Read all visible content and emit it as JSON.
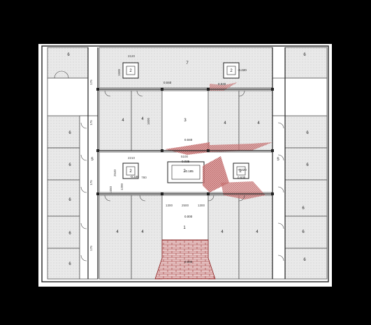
{
  "rooms": [
    {
      "id": "r6a",
      "label": "6"
    },
    {
      "id": "r6b",
      "label": "6"
    },
    {
      "id": "r6c",
      "label": "6"
    },
    {
      "id": "r6d",
      "label": "6"
    },
    {
      "id": "r6e",
      "label": "6"
    },
    {
      "id": "r6f",
      "label": "6"
    },
    {
      "id": "r6g",
      "label": "6"
    },
    {
      "id": "r6h",
      "label": "6"
    },
    {
      "id": "r6i",
      "label": "6"
    },
    {
      "id": "r6j",
      "label": "6"
    },
    {
      "id": "r6k",
      "label": "6"
    },
    {
      "id": "r6l",
      "label": "6"
    },
    {
      "id": "r7",
      "label": "7"
    },
    {
      "id": "r3",
      "label": "3"
    },
    {
      "id": "r1",
      "label": "1"
    },
    {
      "id": "r5l",
      "label": "5"
    },
    {
      "id": "r5r",
      "label": "5"
    },
    {
      "id": "r2a",
      "label": "2"
    },
    {
      "id": "r2b",
      "label": "2"
    },
    {
      "id": "r2c",
      "label": "2"
    },
    {
      "id": "r2d",
      "label": "2"
    },
    {
      "id": "r2e",
      "label": "2"
    },
    {
      "id": "r4a",
      "label": "4"
    },
    {
      "id": "r4b",
      "label": "4"
    },
    {
      "id": "r4c",
      "label": "4"
    },
    {
      "id": "r4d",
      "label": "4"
    },
    {
      "id": "r4e",
      "label": "4"
    },
    {
      "id": "r4f",
      "label": "4"
    },
    {
      "id": "r4g",
      "label": "4"
    },
    {
      "id": "r4h",
      "label": "4"
    }
  ],
  "levels": {
    "l1": "-0.220",
    "l2": "0.040",
    "l3": "0.040",
    "l4": "-0.185",
    "l5": "0.035",
    "l6": "-0.220",
    "l7": "0.630",
    "l8": "0.000",
    "l9": "0.000",
    "l10": "-0.220"
  },
  "dimensions": {
    "d2120": "2120",
    "d5100": "5100",
    "d2210": "2210",
    "d1300a": "1300",
    "d2500": "2500",
    "d1300b": "1300",
    "d1500": "1500",
    "d1600": "1600",
    "d2540": "2540",
    "d780": "780",
    "d1200": "1200",
    "d1650": "1650",
    "d175a": "175",
    "d175b": "175",
    "d175c": "175",
    "d175d": "175"
  }
}
